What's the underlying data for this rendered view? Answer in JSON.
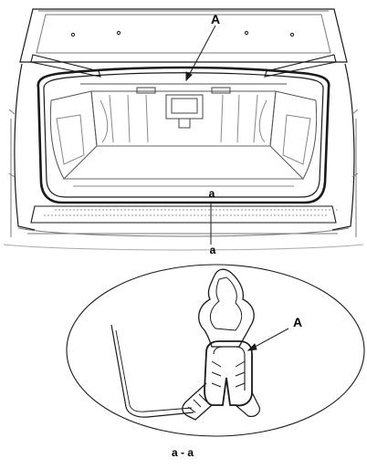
{
  "callouts": {
    "top_part_label": "A",
    "section_marker_top": "a",
    "section_marker_bottom": "a",
    "detail_part_label": "A",
    "section_caption": "a - a"
  },
  "colors": {
    "line": "#1a1a1a",
    "light_line": "#7a7a7a",
    "shade": "#cfcfcf"
  }
}
